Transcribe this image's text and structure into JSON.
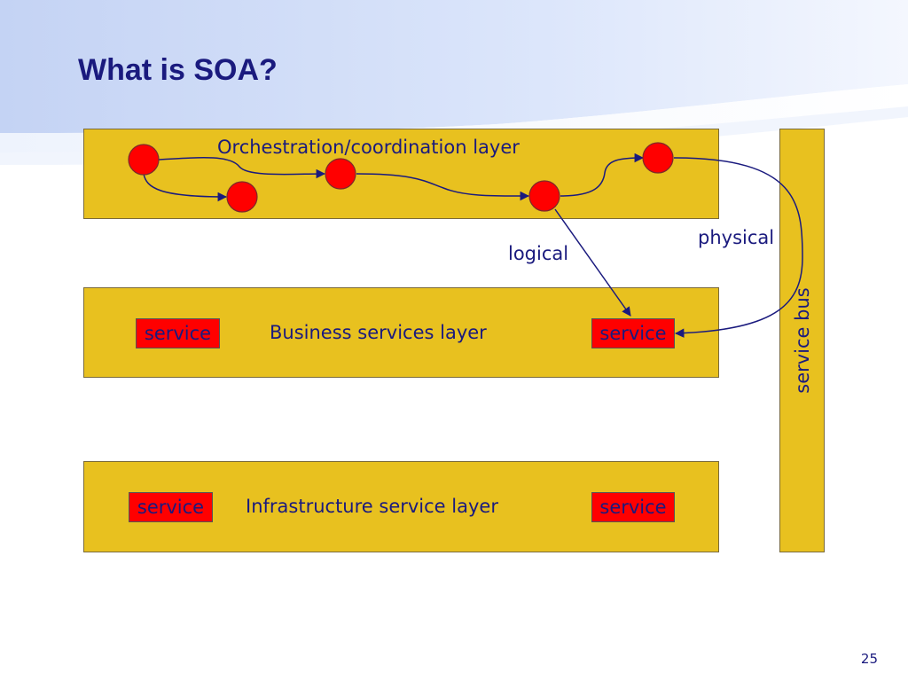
{
  "slide": {
    "title": "What is SOA?",
    "page_number": "25"
  },
  "layers": {
    "orchestration": {
      "label": "Orchestration/coordination layer"
    },
    "business": {
      "label": "Business services layer",
      "services": [
        "service",
        "service"
      ]
    },
    "infrastructure": {
      "label": "Infrastructure service layer",
      "services": [
        "service",
        "service"
      ]
    }
  },
  "bus": {
    "label": "service bus"
  },
  "annotations": {
    "logical": "logical",
    "physical": "physical"
  },
  "colors": {
    "layer_fill": "#e8c11f",
    "node_fill": "#ff0000",
    "service_fill": "#ff0000",
    "text": "#1a1a7e",
    "background_swoosh": "#c9d7f5"
  }
}
